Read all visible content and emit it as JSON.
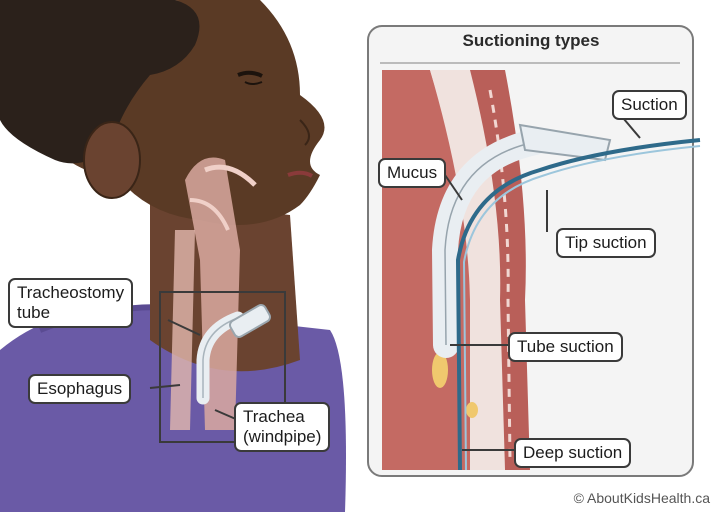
{
  "panel": {
    "title": "Suctioning types"
  },
  "labels": {
    "tracheostomy_tube": "Tracheostomy\ntube",
    "esophagus": "Esophagus",
    "trachea": "Trachea\n(windpipe)",
    "mucus": "Mucus",
    "suction": "Suction",
    "tip_suction": "Tip suction",
    "tube_suction": "Tube suction",
    "deep_suction": "Deep suction"
  },
  "copyright": "© AboutKidsHealth.ca",
  "colors": {
    "skin": "#5a3a25",
    "hair": "#2b211b",
    "shirt": "#6a5aa6",
    "airway": "#d9a9a0",
    "tissue": "#c46a63",
    "tube": "#e9eef2",
    "catheter": "#2e6a8a",
    "mucus": "#f0c86e",
    "panel_border": "#7a7a7a"
  }
}
